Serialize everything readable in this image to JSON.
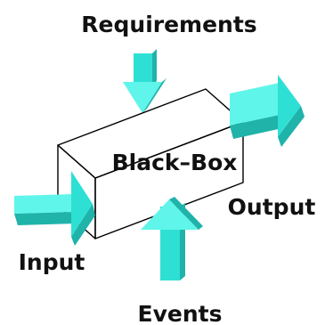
{
  "diagram": {
    "labels": {
      "requirements": "Requirements",
      "center": "Black–Box",
      "output": "Output",
      "input": "Input",
      "events": "Events"
    },
    "colors": {
      "arrow_light": "#5ff5ea",
      "arrow_mid": "#2ee0d4",
      "arrow_dark": "#1fb3aa",
      "box_stroke": "#000000",
      "text": "#111111"
    }
  }
}
